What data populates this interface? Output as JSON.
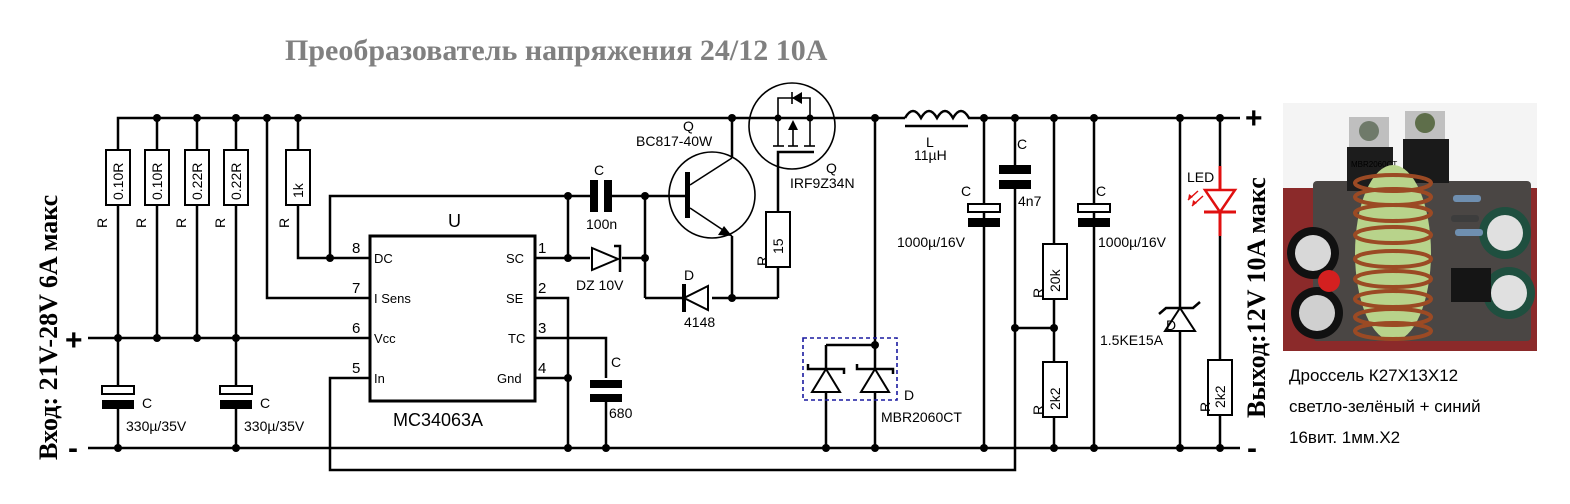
{
  "title": "Преобразователь напряжения 24/12 10А",
  "input_label": "Вход: 21V-28V 6A макс",
  "output_label": "Выход:12V 10A макс",
  "terminals": {
    "plus": "+",
    "minus": "-"
  },
  "ic": {
    "ref": "U",
    "part": "MC34063A",
    "pins_left": [
      {
        "num": "8",
        "name": "DC"
      },
      {
        "num": "7",
        "name": "I Sens"
      },
      {
        "num": "6",
        "name": "Vcc"
      },
      {
        "num": "5",
        "name": "In"
      }
    ],
    "pins_right": [
      {
        "num": "1",
        "name": "SC"
      },
      {
        "num": "2",
        "name": "SE"
      },
      {
        "num": "3",
        "name": "TC"
      },
      {
        "num": "4",
        "name": "Gnd"
      }
    ]
  },
  "components": {
    "r_sense": [
      {
        "ref": "R",
        "value": "0.10R"
      },
      {
        "ref": "R",
        "value": "0.10R"
      },
      {
        "ref": "R",
        "value": "0.22R"
      },
      {
        "ref": "R",
        "value": "0.22R"
      }
    ],
    "r_1k": {
      "ref": "R",
      "value": "1k"
    },
    "c_in": [
      {
        "ref": "C",
        "value": "330µ/35V"
      },
      {
        "ref": "C",
        "value": "330µ/35V"
      }
    ],
    "c_100n": {
      "ref": "C",
      "value": "100n"
    },
    "dz": {
      "value": "DZ 10V"
    },
    "c_680": {
      "ref": "C",
      "value": "680"
    },
    "q_bjt": {
      "ref": "Q",
      "value": "BC817-40W"
    },
    "q_mosfet": {
      "ref": "Q",
      "value": "IRF9Z34N"
    },
    "d_4148": {
      "ref": "D",
      "value": "4148"
    },
    "r_15": {
      "ref": "R",
      "value": "15"
    },
    "d_schottky": {
      "ref": "D",
      "value": "MBR2060CT"
    },
    "inductor": {
      "ref": "L",
      "value": "11µH"
    },
    "c_out1": {
      "ref": "C",
      "value": "1000µ/16V"
    },
    "c_4n7": {
      "ref": "C",
      "value": "4n7"
    },
    "r_20k": {
      "ref": "R",
      "value": "20k"
    },
    "r_2k2_fb": {
      "ref": "R",
      "value": "2k2"
    },
    "c_out2": {
      "ref": "C",
      "value": "1000µ/16V"
    },
    "d_tvs": {
      "ref": "D",
      "value": "1.5KE15A"
    },
    "led": {
      "ref": "LED"
    },
    "r_2k2_led": {
      "ref": "R",
      "value": "2k2"
    }
  },
  "colors": {
    "title": "#808080",
    "led": "#e01010",
    "dashed_box": "#1a1aa0"
  },
  "photo": {
    "caption_lines": [
      "Дроссель К27Х13Х12",
      "светло-зелёный + синий",
      "16вит. 1мм.Х2"
    ],
    "chip_marking": "MBR2060CT"
  }
}
